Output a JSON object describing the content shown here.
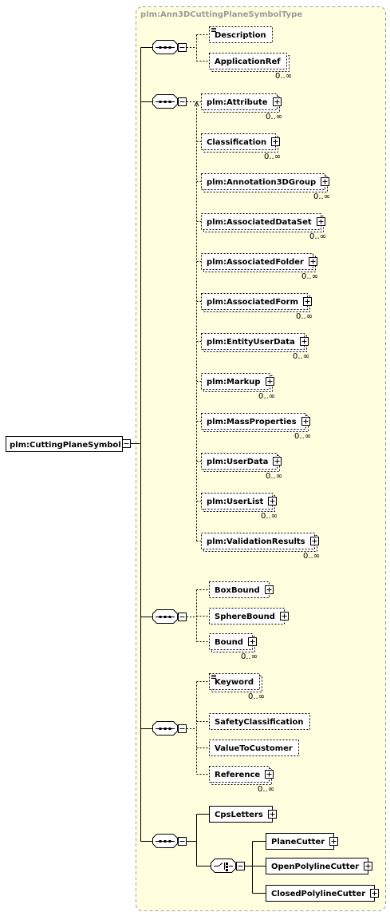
{
  "type_name": "plm:Ann3DCuttingPlaneSymbolType",
  "root": {
    "label": "plm:CuttingPlaneSymbol"
  },
  "sequences": [
    {
      "id": "seq1",
      "elements": [
        {
          "label": "Description",
          "occurrence": "",
          "optional": true,
          "expand": false,
          "doc": true
        },
        {
          "label": "ApplicationRef",
          "occurrence": "0..∞",
          "optional": true,
          "expand": false,
          "doc": false
        }
      ]
    },
    {
      "id": "seq2",
      "elements": [
        {
          "label": "plm:Attribute",
          "occurrence": "0..∞",
          "optional": true,
          "expand": true
        },
        {
          "label": "Classification",
          "occurrence": "0..∞",
          "optional": true,
          "expand": true
        },
        {
          "label": "plm:Annotation3DGroup",
          "occurrence": "0..∞",
          "optional": true,
          "expand": true
        },
        {
          "label": "plm:AssociatedDataSet",
          "occurrence": "0..∞",
          "optional": true,
          "expand": true
        },
        {
          "label": "plm:AssociatedFolder",
          "occurrence": "0..∞",
          "optional": true,
          "expand": true
        },
        {
          "label": "plm:AssociatedForm",
          "occurrence": "0..∞",
          "optional": true,
          "expand": true
        },
        {
          "label": "plm:EntityUserData",
          "occurrence": "0..∞",
          "optional": true,
          "expand": true
        },
        {
          "label": "plm:Markup",
          "occurrence": "0..∞",
          "optional": true,
          "expand": true
        },
        {
          "label": "plm:MassProperties",
          "occurrence": "0..∞",
          "optional": true,
          "expand": true
        },
        {
          "label": "plm:UserData",
          "occurrence": "0..∞",
          "optional": true,
          "expand": true
        },
        {
          "label": "plm:UserList",
          "occurrence": "0..∞",
          "optional": true,
          "expand": true
        },
        {
          "label": "plm:ValidationResults",
          "occurrence": "0..∞",
          "optional": true,
          "expand": true
        }
      ]
    },
    {
      "id": "seq3",
      "elements": [
        {
          "label": "BoxBound",
          "occurrence": "",
          "optional": true,
          "expand": true
        },
        {
          "label": "SphereBound",
          "occurrence": "",
          "optional": true,
          "expand": true
        },
        {
          "label": "Bound",
          "occurrence": "0..∞",
          "optional": true,
          "expand": true
        }
      ]
    },
    {
      "id": "seq4",
      "elements": [
        {
          "label": "Keyword",
          "occurrence": "0..∞",
          "optional": true,
          "expand": false,
          "doc": true
        },
        {
          "label": "SafetyClassification",
          "occurrence": "",
          "optional": true,
          "expand": false
        },
        {
          "label": "ValueToCustomer",
          "occurrence": "",
          "optional": true,
          "expand": false
        },
        {
          "label": "Reference",
          "occurrence": "0..∞",
          "optional": true,
          "expand": true
        }
      ]
    },
    {
      "id": "seq5",
      "elements": [
        {
          "label": "CpsLetters",
          "occurrence": "",
          "optional": false,
          "expand": true
        }
      ],
      "choice": {
        "elements": [
          {
            "label": "PlaneCutter",
            "occurrence": "",
            "optional": false,
            "expand": true
          },
          {
            "label": "OpenPolylineCutter",
            "occurrence": "",
            "optional": false,
            "expand": true
          },
          {
            "label": "ClosedPolylineCutter",
            "occurrence": "",
            "optional": false,
            "expand": true
          }
        ]
      }
    }
  ],
  "colors": {
    "type_box_fill": "#ffffe0",
    "type_box_border": "#a0a0a0",
    "element_fill": "#ffffff",
    "title_text": "#9a9a9a"
  },
  "icons": {
    "sequence": "sequence-compositor-icon",
    "choice": "choice-compositor-icon",
    "expand": "plus-box-icon",
    "collapse": "minus-box-icon",
    "doc": "documentation-lines-icon"
  }
}
